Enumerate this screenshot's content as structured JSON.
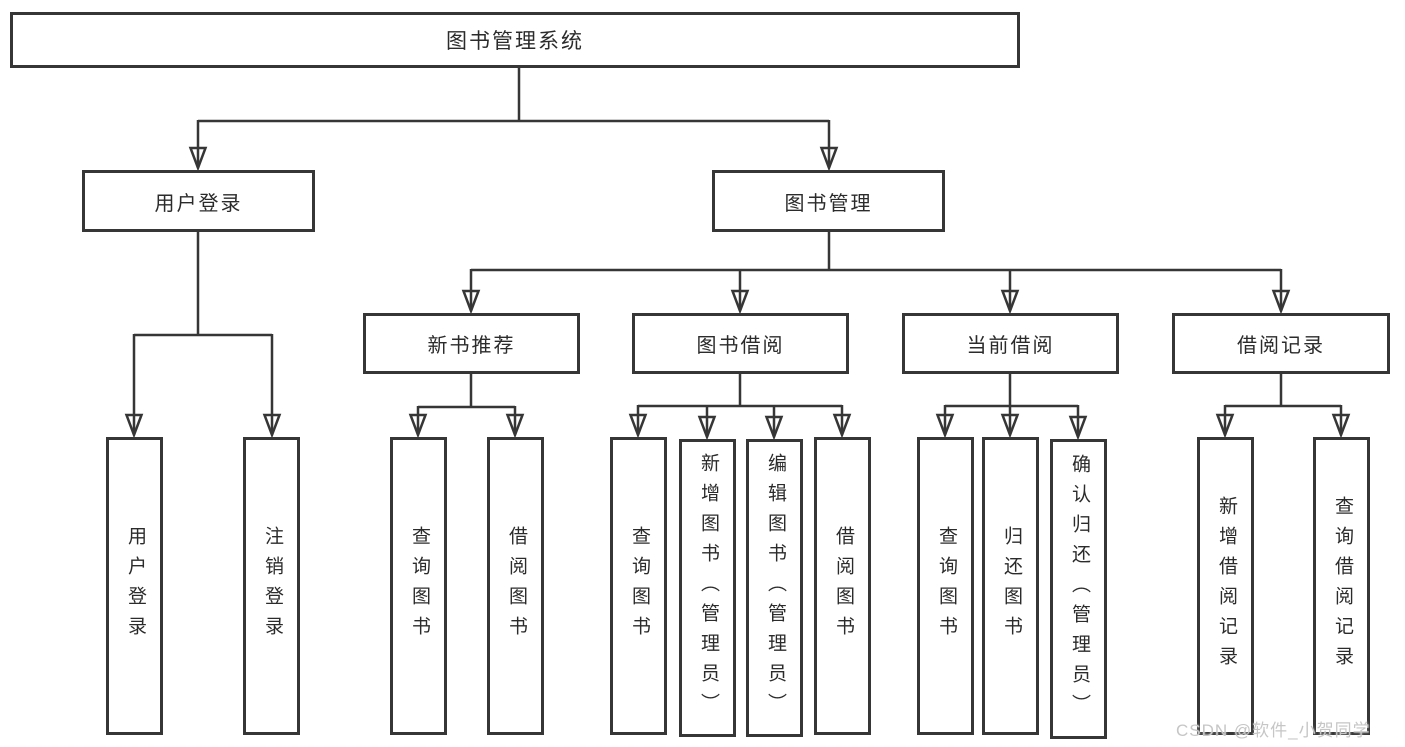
{
  "diagram": {
    "root": {
      "label": "图书管理系统"
    },
    "branches": [
      {
        "label": "用户登录",
        "children": [
          {
            "label": "用户登录"
          },
          {
            "label": "注销登录"
          }
        ]
      },
      {
        "label": "图书管理",
        "children": [
          {
            "label": "新书推荐",
            "children": [
              {
                "label": "查询图书"
              },
              {
                "label": "借阅图书"
              }
            ]
          },
          {
            "label": "图书借阅",
            "children": [
              {
                "label": "查询图书"
              },
              {
                "label": "新增图书（管理员）"
              },
              {
                "label": "编辑图书（管理员）"
              },
              {
                "label": "借阅图书"
              }
            ]
          },
          {
            "label": "当前借阅",
            "children": [
              {
                "label": "查询图书"
              },
              {
                "label": "归还图书"
              },
              {
                "label": "确认归还（管理员）"
              }
            ]
          },
          {
            "label": "借阅记录",
            "children": [
              {
                "label": "新增借阅记录"
              },
              {
                "label": "查询借阅记录"
              }
            ]
          }
        ]
      }
    ]
  },
  "watermark": {
    "text": "CSDN @软件_小贺同学"
  },
  "colors": {
    "line": "#363636",
    "text": "#2b2b2b",
    "background": "#ffffff",
    "watermark": "#c6c6c6"
  }
}
